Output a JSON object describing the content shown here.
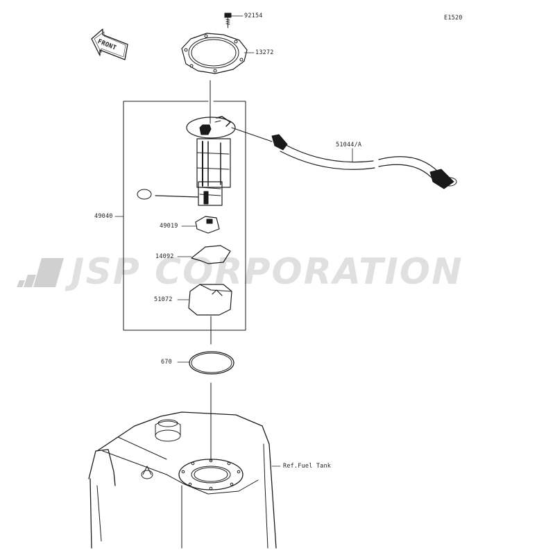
{
  "diagram_code": "E1520",
  "parts": {
    "bolt": "92154",
    "plate": "13272",
    "hose": "51044/A",
    "pump_assembly": "49040",
    "filter": "49019",
    "bracket": "14092",
    "cover": "51072",
    "gasket": "670",
    "tank_ref": "Ref.Fuel Tank"
  },
  "front_label": "FRONT",
  "watermark": "JSP CORPORATION",
  "colors": {
    "line": "#1a1a1a",
    "watermark": "#d8d8d8"
  }
}
